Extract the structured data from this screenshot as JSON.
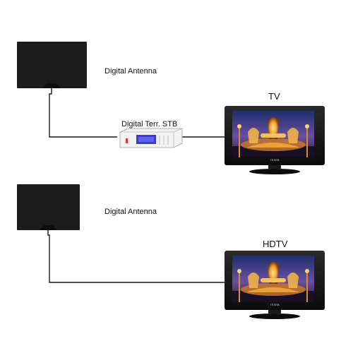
{
  "colors": {
    "background": "#ffffff",
    "antenna": "#1c1c1c",
    "cable": "#1a1a1a",
    "stb_body": "#f2f2f2",
    "stb_display": "#3b3bd6",
    "tv_frame": "#141414",
    "tv_logo": "#cfcfcf"
  },
  "setups": [
    {
      "antenna_label": "Digital Antenna",
      "stb_label": "Digital Terr. STB",
      "tv_label": "TV",
      "tv_brand": "ТЕЛЕВ"
    },
    {
      "antenna_label": "Digital Antenna",
      "tv_label": "HDTV",
      "tv_brand": "ТЕЛЕВ"
    }
  ]
}
